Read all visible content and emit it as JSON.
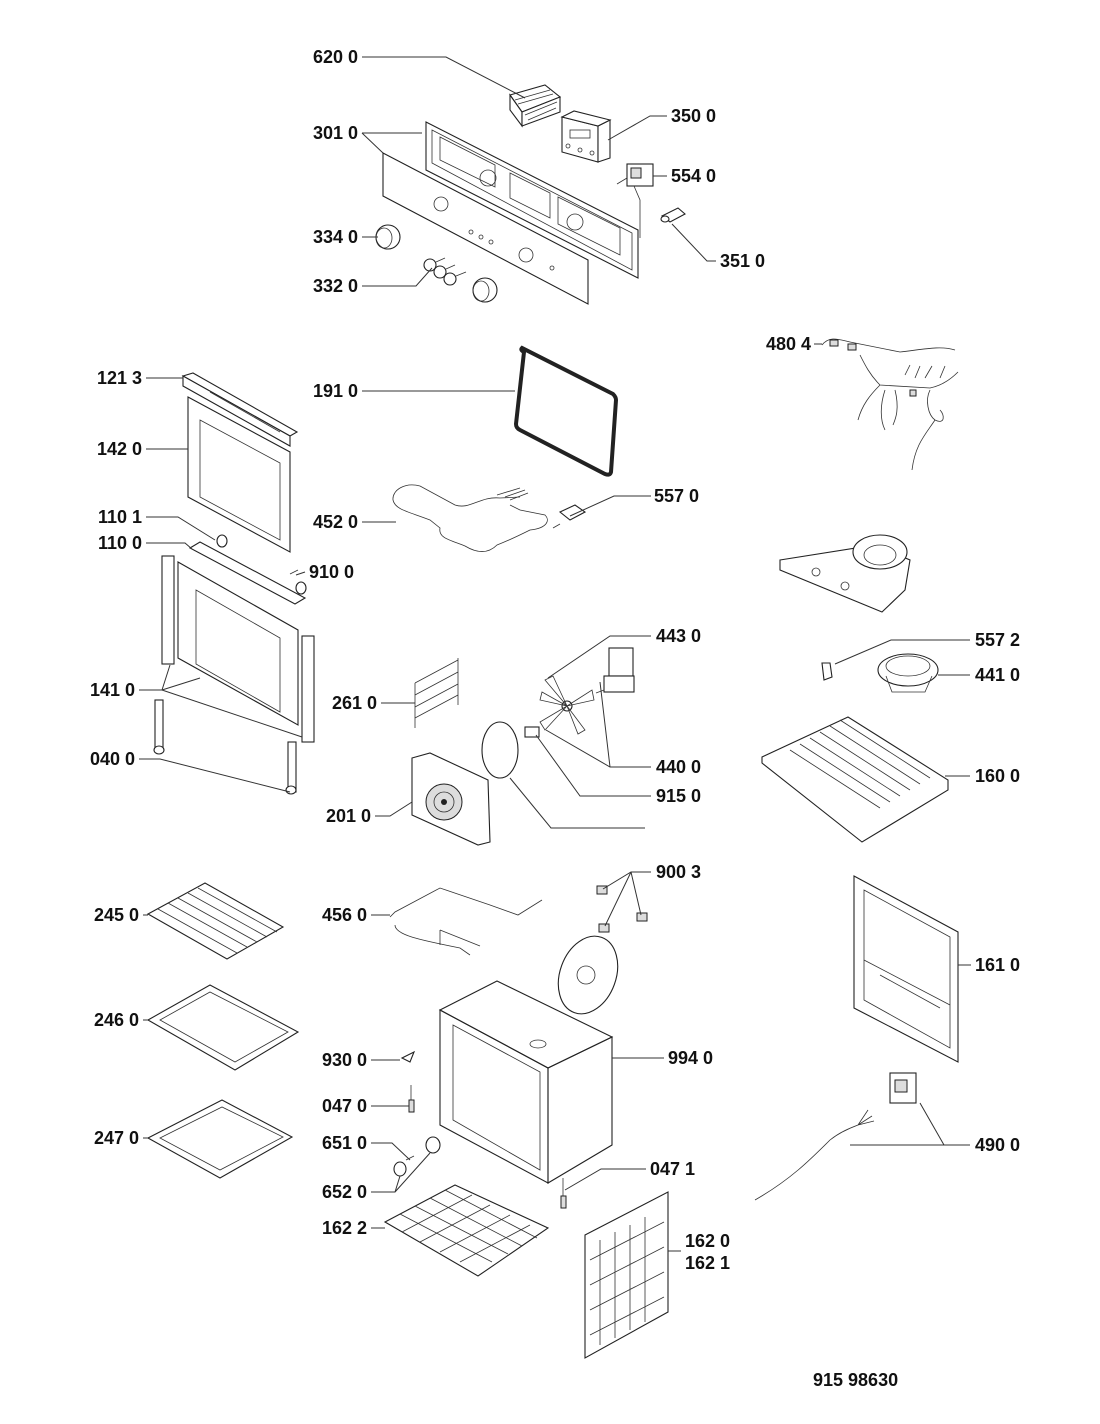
{
  "diagram": {
    "type": "exploded-parts-diagram",
    "subject": "built-in oven",
    "drawing_number": "915 98630",
    "labels": [
      {
        "id": "620",
        "text": "620 0"
      },
      {
        "id": "350",
        "text": "350 0"
      },
      {
        "id": "301",
        "text": "301 0"
      },
      {
        "id": "554",
        "text": "554 0"
      },
      {
        "id": "334",
        "text": "334 0"
      },
      {
        "id": "351",
        "text": "351 0"
      },
      {
        "id": "332",
        "text": "332 0"
      },
      {
        "id": "4804",
        "text": "480 4"
      },
      {
        "id": "1213",
        "text": "121 3"
      },
      {
        "id": "191",
        "text": "191 0"
      },
      {
        "id": "142",
        "text": "142 0"
      },
      {
        "id": "452",
        "text": "452 0"
      },
      {
        "id": "5570",
        "text": "557 0"
      },
      {
        "id": "1101",
        "text": "110 1"
      },
      {
        "id": "1100",
        "text": "110 0"
      },
      {
        "id": "910",
        "text": "910 0"
      },
      {
        "id": "443",
        "text": "443 0"
      },
      {
        "id": "5572",
        "text": "557 2"
      },
      {
        "id": "441",
        "text": "441 0"
      },
      {
        "id": "141",
        "text": "141 0"
      },
      {
        "id": "261",
        "text": "261 0"
      },
      {
        "id": "440",
        "text": "440 0"
      },
      {
        "id": "040",
        "text": "040 0"
      },
      {
        "id": "160",
        "text": "160 0"
      },
      {
        "id": "915",
        "text": "915 0"
      },
      {
        "id": "201",
        "text": "201 0"
      },
      {
        "id": "9003",
        "text": "900 3"
      },
      {
        "id": "245",
        "text": "245 0"
      },
      {
        "id": "456",
        "text": "456 0"
      },
      {
        "id": "161",
        "text": "161 0"
      },
      {
        "id": "246",
        "text": "246 0"
      },
      {
        "id": "930",
        "text": "930 0"
      },
      {
        "id": "994",
        "text": "994 0"
      },
      {
        "id": "0470",
        "text": "047 0"
      },
      {
        "id": "247",
        "text": "247 0"
      },
      {
        "id": "651",
        "text": "651 0"
      },
      {
        "id": "490",
        "text": "490 0"
      },
      {
        "id": "0471",
        "text": "047 1"
      },
      {
        "id": "652",
        "text": "652 0"
      },
      {
        "id": "1622",
        "text": "162 2"
      },
      {
        "id": "1620",
        "text": "162 0"
      },
      {
        "id": "1621",
        "text": "162 1"
      }
    ]
  }
}
